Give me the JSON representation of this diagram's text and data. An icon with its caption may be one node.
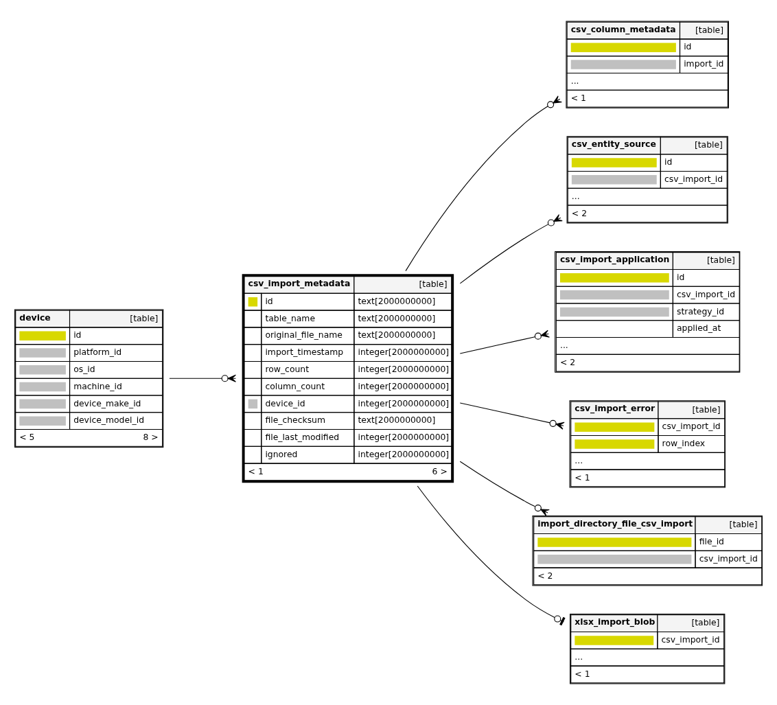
{
  "diagram": {
    "nodes": [
      {
        "text": [
          "csv_column_metadata",
          "[table]",
          "id",
          "import_id",
          "...",
          "< 1"
        ]
      },
      {
        "text": [
          "csv_entity_source",
          "[table]",
          "id",
          "csv_import_id",
          "...",
          "< 2"
        ]
      },
      {
        "text": [
          "csv_import_application",
          "[table]",
          "id",
          "csv_import_id",
          "strategy_id",
          "applied_at",
          "...",
          "< 2"
        ]
      },
      {
        "text": [
          "csv_import_metadata",
          "[table]",
          "id",
          "text[2000000000]",
          "table_name",
          "text[2000000000]",
          "original_file_name",
          "text[2000000000]",
          "import_timestamp",
          "integer[2000000000]",
          "row_count",
          "integer[2000000000]",
          "column_count",
          "integer[2000000000]",
          "device_id",
          "integer[2000000000]",
          "file_checksum",
          "text[2000000000]",
          "file_last_modified",
          "integer[2000000000]",
          "ignored",
          "integer[2000000000]",
          "< 1",
          "6 >"
        ]
      },
      {
        "text": [
          "csv_import_error",
          "[table]",
          "csv_import_id",
          "row_index",
          "...",
          "< 1"
        ]
      },
      {
        "text": [
          "device",
          "[table]",
          "id",
          "platform_id",
          "os_id",
          "machine_id",
          "device_make_id",
          "device_model_id",
          "< 5",
          "8 >"
        ]
      },
      {
        "text": [
          "import_directory_file_csv_import",
          "[table]",
          "file_id",
          "csv_import_id",
          "< 2"
        ]
      },
      {
        "text": [
          "xlsx_import_blob",
          "[table]",
          "csv_import_id",
          "...",
          "< 1"
        ]
      }
    ],
    "edges": [
      {
        "from": 3,
        "to": 0,
        "arrow": "other"
      },
      {
        "from": 3,
        "to": 1,
        "arrow": "other"
      },
      {
        "from": 3,
        "to": 2,
        "arrow": "other"
      },
      {
        "from": 3,
        "to": 4,
        "arrow": "other"
      },
      {
        "from": 3,
        "to": 6,
        "arrow": "other"
      },
      {
        "from": 3,
        "to": 7,
        "arrow": "other"
      },
      {
        "from": 5,
        "to": 3,
        "arrow": "other"
      }
    ]
  }
}
